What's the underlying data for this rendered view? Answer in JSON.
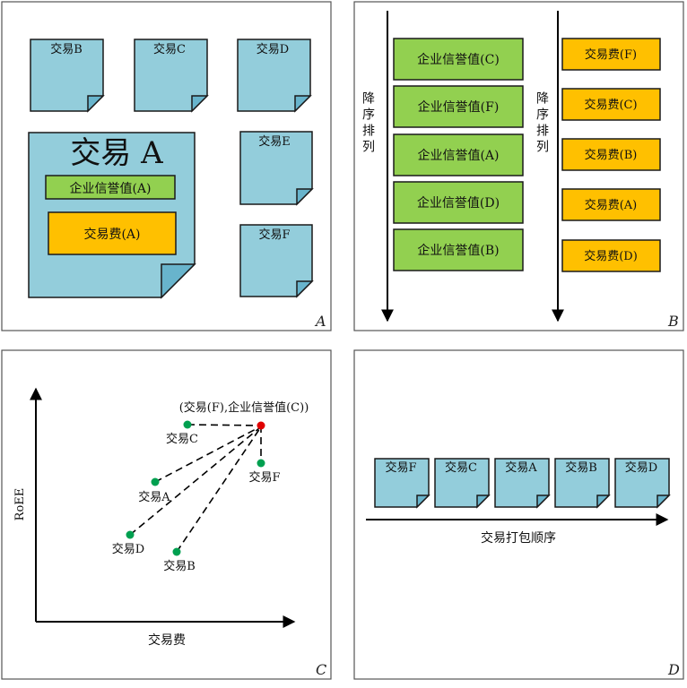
{
  "panel_a": {
    "tag": "A",
    "notes": [
      "交易B",
      "交易C",
      "交易D",
      "交易E",
      "交易F"
    ],
    "main_note": {
      "title": "交易 A",
      "credit": "企业信誉值(A)",
      "fee": "交易费(A)"
    }
  },
  "panel_b": {
    "tag": "B",
    "sort_label": "降序排列",
    "credit_list": [
      "企业信誉值(C)",
      "企业信誉值(F)",
      "企业信誉值(A)",
      "企业信誉值(D)",
      "企业信誉值(B)"
    ],
    "fee_list": [
      "交易费(F)",
      "交易费(C)",
      "交易费(B)",
      "交易费(A)",
      "交易费(D)"
    ]
  },
  "panel_c": {
    "tag": "C",
    "x_label": "交易费",
    "y_label": "RoEE",
    "target_label": "(交易(F),企业信誉值(C))",
    "points": [
      {
        "label": "交易C"
      },
      {
        "label": "交易A"
      },
      {
        "label": "交易D"
      },
      {
        "label": "交易B"
      },
      {
        "label": "交易F"
      }
    ],
    "colors": {
      "point": "#00a050",
      "target": "#e00000"
    }
  },
  "panel_d": {
    "tag": "D",
    "order": [
      "交易F",
      "交易C",
      "交易A",
      "交易B",
      "交易D"
    ],
    "axis_label": "交易打包顺序"
  }
}
